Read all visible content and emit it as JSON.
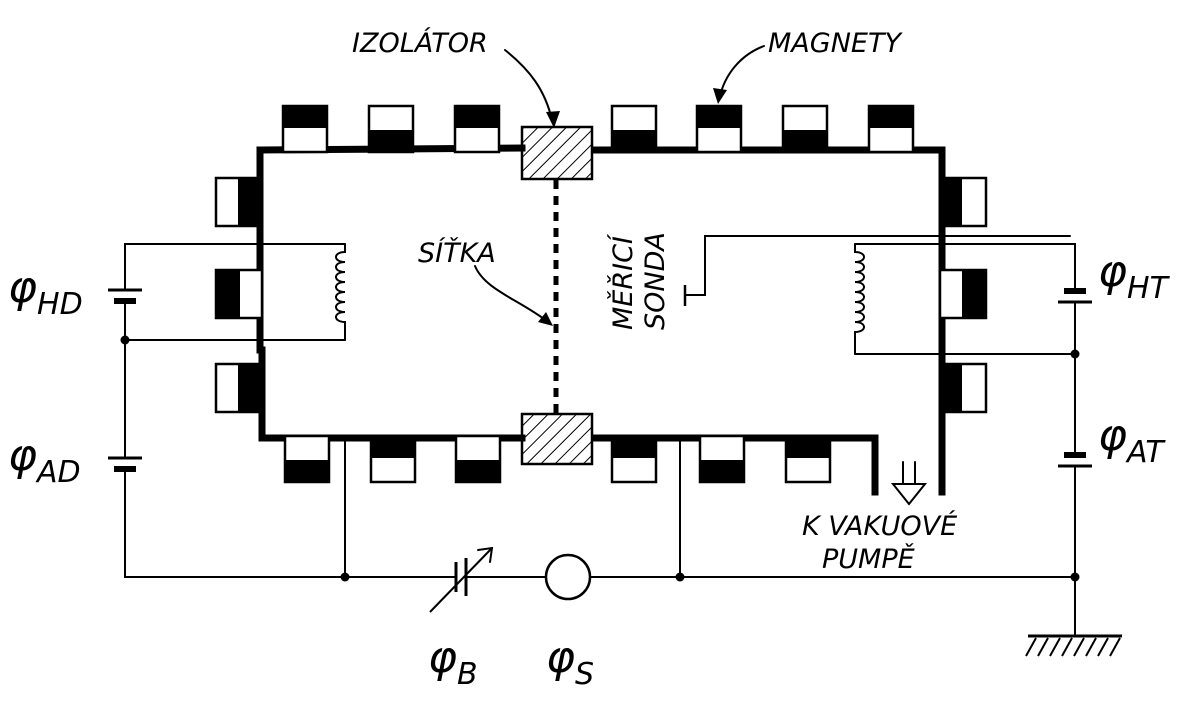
{
  "labels": {
    "izolator": "IZOLÁTOR",
    "magnety": "MAGNETY",
    "sitka": "SÍŤKA",
    "merici": "MĚŘICÍ",
    "sonda": "SONDA",
    "vakuove": "K VAKUOVÉ",
    "pumpe": "PUMPĚ"
  },
  "sources": {
    "hd": {
      "symbol": "φ",
      "sub": "HD"
    },
    "ad": {
      "symbol": "φ",
      "sub": "AD"
    },
    "ht": {
      "symbol": "φ",
      "sub": "HT"
    },
    "at": {
      "symbol": "φ",
      "sub": "AT"
    },
    "b": {
      "symbol": "φ",
      "sub": "B"
    },
    "s": {
      "symbol": "φ",
      "sub": "S"
    }
  }
}
